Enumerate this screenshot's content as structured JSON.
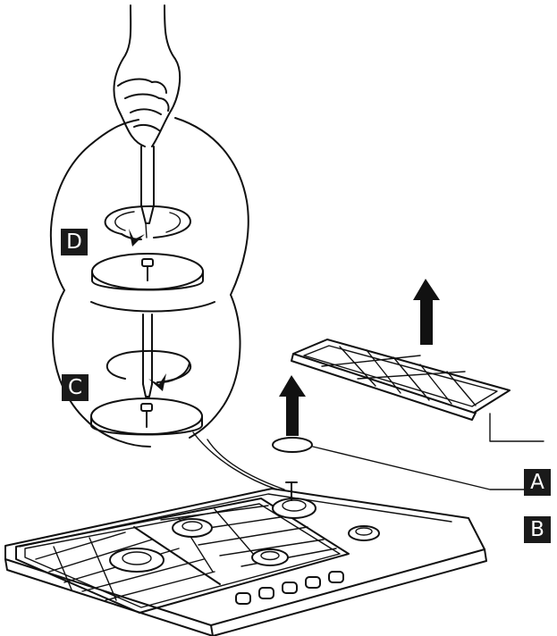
{
  "labels": {
    "a": "A",
    "b": "B",
    "c": "C",
    "d": "D"
  },
  "colors": {
    "line": "#111111",
    "label_bg": "#1a1a1a",
    "label_text": "#ffffff",
    "background": "#ffffff"
  },
  "icons": [
    "hand-icon",
    "screwdriver-icon",
    "rotation-arrow-icon",
    "up-arrow-icon"
  ]
}
